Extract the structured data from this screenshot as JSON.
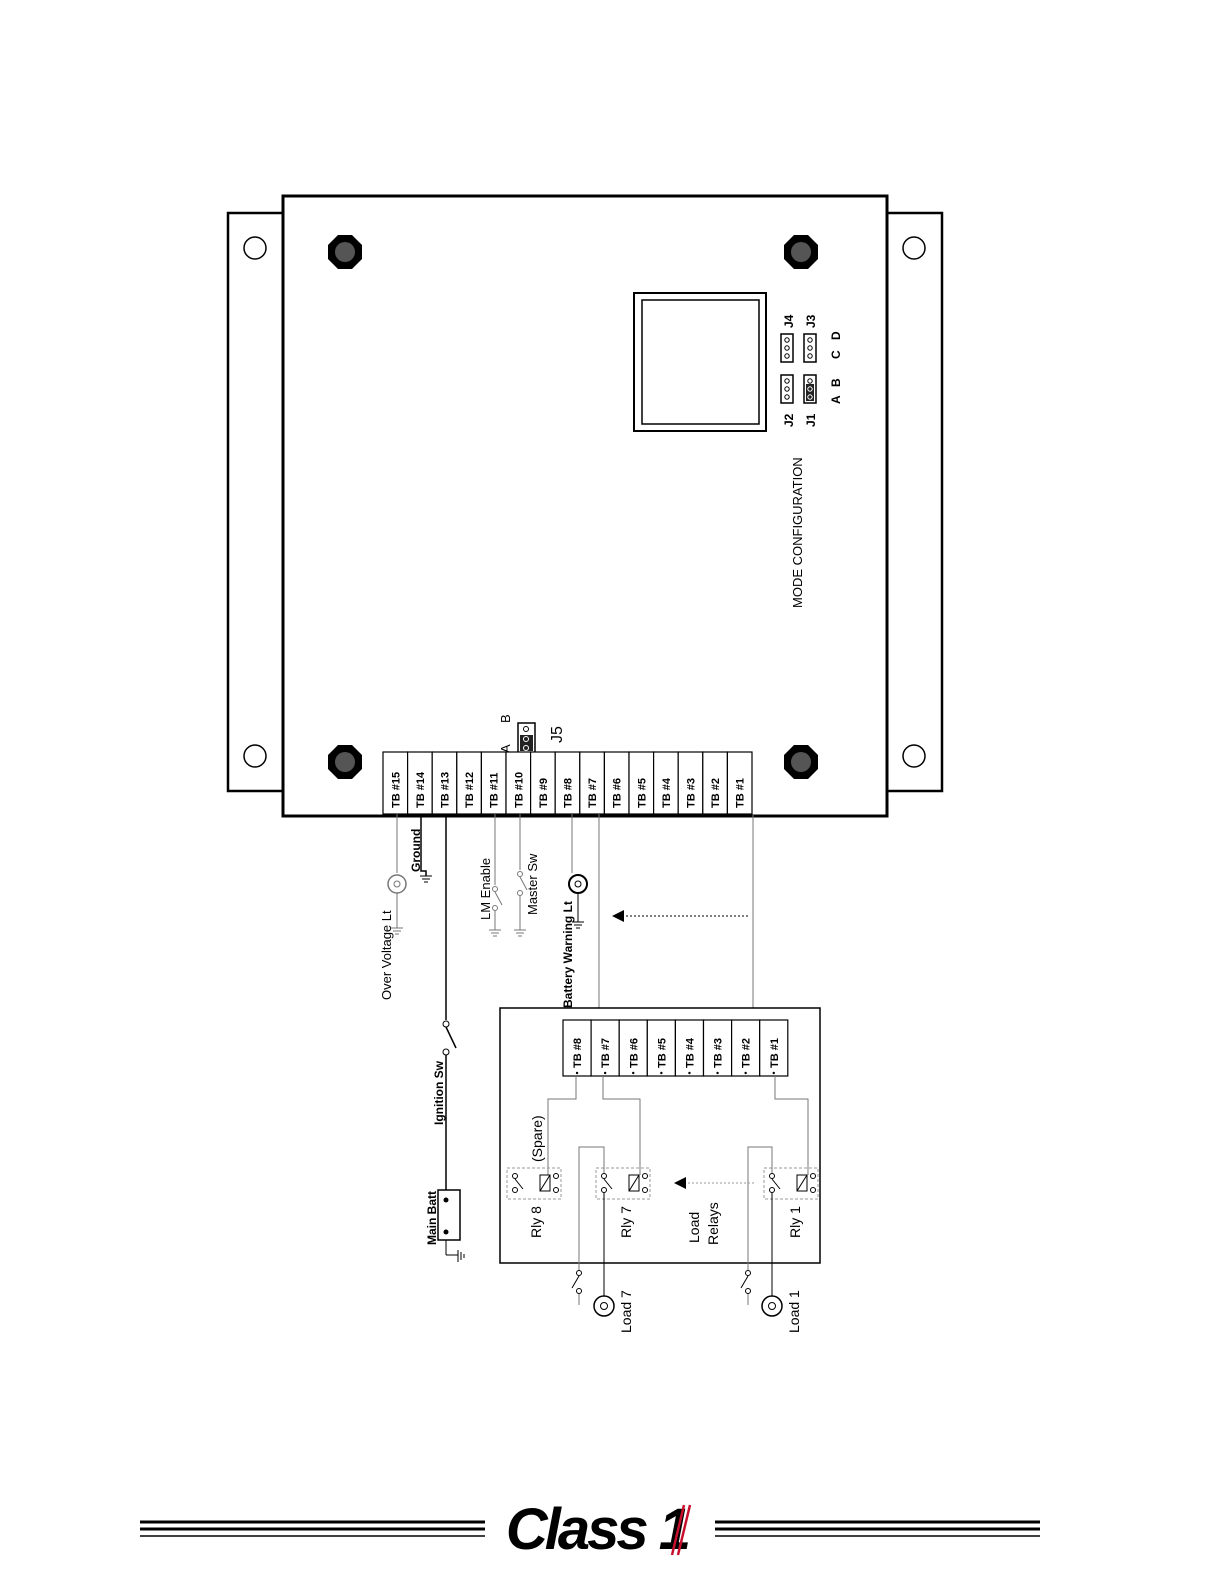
{
  "controller": {
    "terminals": [
      "TB #15",
      "TB #14",
      "TB #13",
      "TB #12",
      "TB #11",
      "TB #10",
      "TB #9",
      "TB #8",
      "TB #7",
      "TB #6",
      "TB #5",
      "TB #4",
      "TB #3",
      "TB #2",
      "TB #1"
    ],
    "mode_configuration_label": "MODE CONFIGURATION",
    "jumpers": {
      "j1": "J1",
      "j2": "J2",
      "j3": "J3",
      "j4": "J4"
    },
    "jumper_letters": {
      "a": "A",
      "b": "B",
      "c": "C",
      "d": "D"
    },
    "j5": {
      "label": "J5",
      "a": "A",
      "b": "B"
    }
  },
  "wiring_labels": {
    "over_voltage_lt": "Over Voltage Lt",
    "ground": "Ground",
    "lm_enable": "LM Enable",
    "master_sw": "Master Sw",
    "battery_warning_lt": "Battery Warning Lt",
    "ignition_sw": "Ignition Sw",
    "main_batt": "Main Batt"
  },
  "relay_box": {
    "terminals": [
      "TB #8",
      "TB #7",
      "TB #6",
      "TB #5",
      "TB #4",
      "TB #3",
      "TB #2",
      "TB #1"
    ],
    "spare": "(Spare)",
    "rly8": "Rly 8",
    "rly7": "Rly 7",
    "rly1": "Rly 1",
    "load_relays_line1": "Load",
    "load_relays_line2": "Relays"
  },
  "loads": {
    "load7": "Load 7",
    "load1": "Load 1"
  },
  "footer": {
    "logo_text": "Class 1"
  }
}
